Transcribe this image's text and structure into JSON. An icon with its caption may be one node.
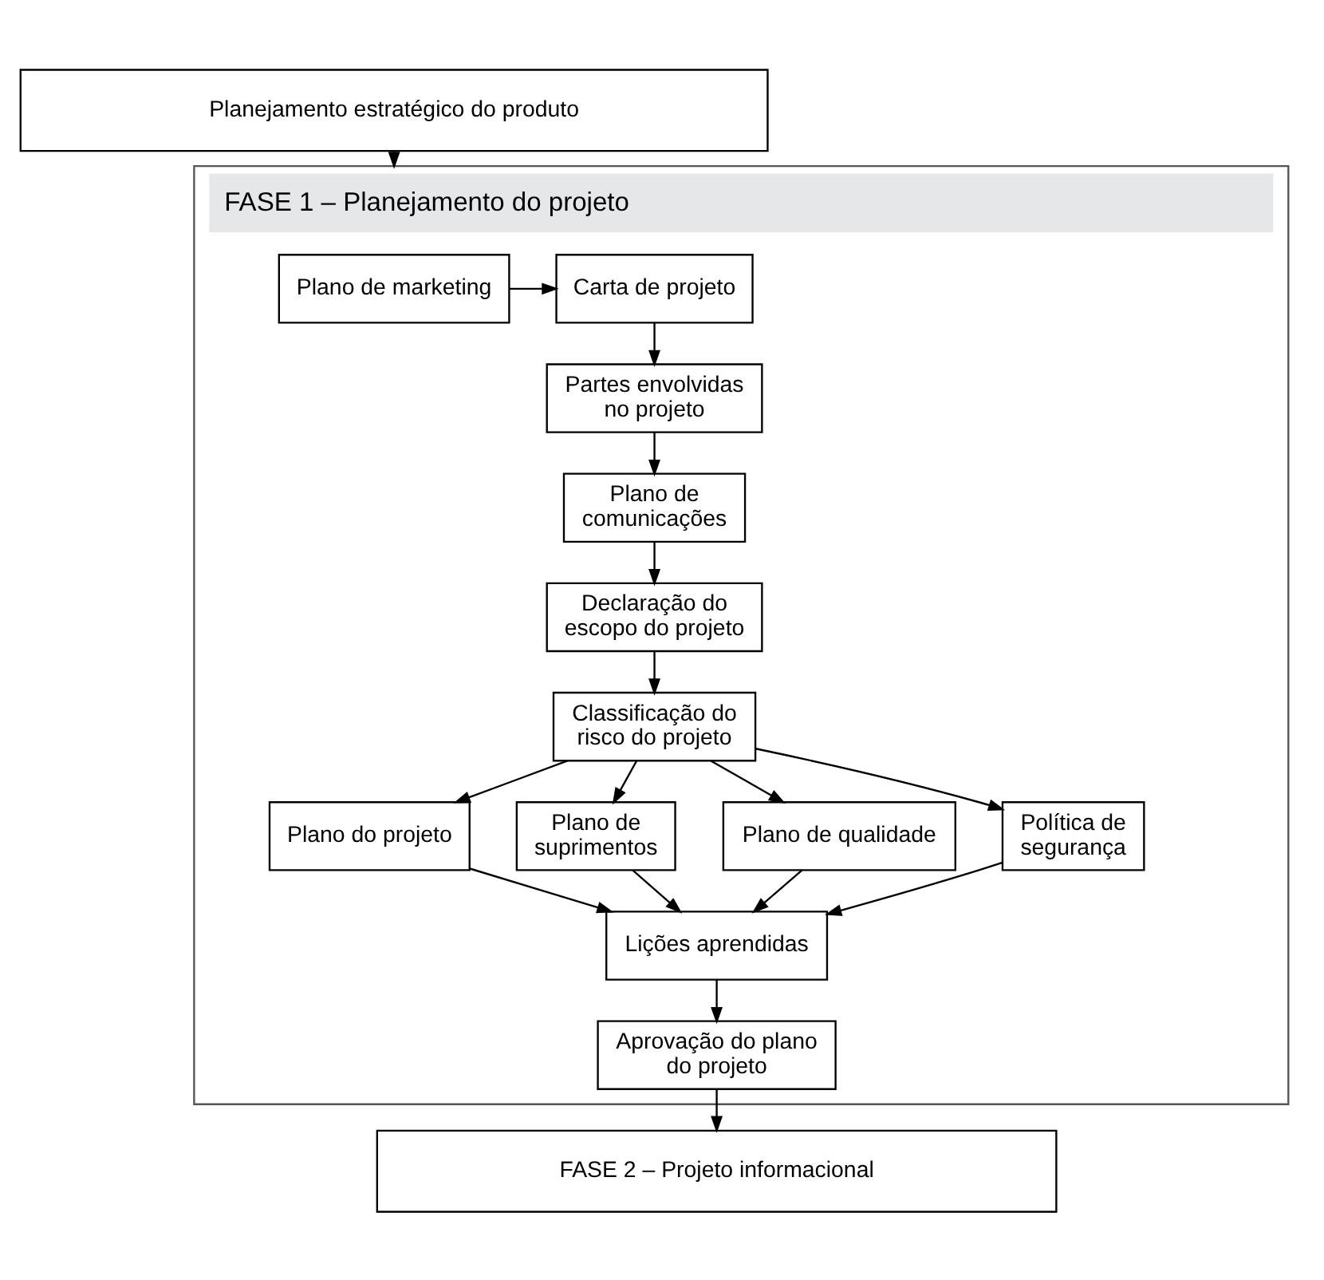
{
  "diagram": {
    "nodes": [
      {
        "text": [
          "Planejamento estratégico do produto"
        ]
      },
      {
        "text": [
          "FASE 1 – Planejamento do projeto"
        ]
      },
      {
        "text": [
          "Plano de marketing"
        ],
        "in": 1
      },
      {
        "text": [
          "Carta de projeto"
        ],
        "in": 1
      },
      {
        "text": [
          "Partes envolvidas no projeto"
        ],
        "in": 1
      },
      {
        "text": [
          "Plano de comunicações"
        ],
        "in": 1
      },
      {
        "text": [
          "Declaração do escopo do projeto"
        ],
        "in": 1
      },
      {
        "text": [
          "Classificação do risco do projeto"
        ],
        "in": 1
      },
      {
        "text": [
          "Plano do projeto"
        ],
        "in": 1
      },
      {
        "text": [
          "Plano de suprimentos"
        ],
        "in": 1
      },
      {
        "text": [
          "Plano de qualidade"
        ],
        "in": 1
      },
      {
        "text": [
          "Política de segurança"
        ],
        "in": 1
      },
      {
        "text": [
          "Lições aprendidas"
        ],
        "in": 1
      },
      {
        "text": [
          "Aprovação do plano do projeto"
        ],
        "in": 1
      },
      {
        "text": [
          "FASE 2 – Projeto informacional"
        ]
      }
    ],
    "edges": [
      {
        "from": 0,
        "to": 1,
        "arrow": "to"
      },
      {
        "from": 2,
        "to": 3,
        "arrow": "to"
      },
      {
        "from": 3,
        "to": 4,
        "arrow": "to"
      },
      {
        "from": 4,
        "to": 5,
        "arrow": "to"
      },
      {
        "from": 5,
        "to": 6,
        "arrow": "to"
      },
      {
        "from": 6,
        "to": 7,
        "arrow": "to"
      },
      {
        "from": 7,
        "to": 8,
        "arrow": "to"
      },
      {
        "from": 7,
        "to": 9,
        "arrow": "to"
      },
      {
        "from": 7,
        "to": 10,
        "arrow": "to"
      },
      {
        "from": 7,
        "to": 11,
        "arrow": "to"
      },
      {
        "from": 8,
        "to": 12,
        "arrow": "to"
      },
      {
        "from": 9,
        "to": 12,
        "arrow": "to"
      },
      {
        "from": 10,
        "to": 12,
        "arrow": "to"
      },
      {
        "from": 11,
        "to": 12,
        "arrow": "to"
      },
      {
        "from": 12,
        "to": 13,
        "arrow": "to"
      },
      {
        "from": 13,
        "to": 14,
        "arrow": "to"
      }
    ]
  }
}
